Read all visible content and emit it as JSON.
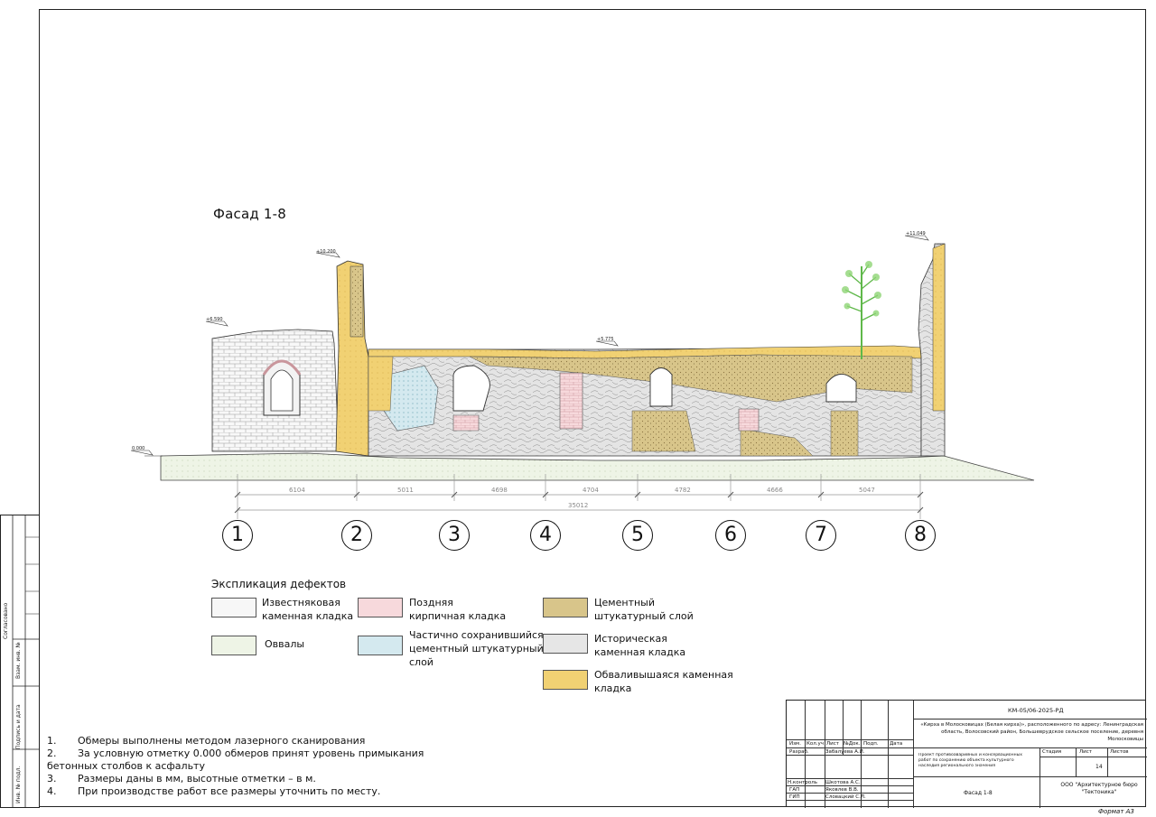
{
  "drawing": {
    "title": "Фасад 1-8",
    "elevation_marks": [
      "+10.200",
      "+6.590",
      "+5.775",
      "+11.049",
      "0.000"
    ],
    "dimensions": [
      "6104",
      "5011",
      "4698",
      "4704",
      "4782",
      "4666",
      "5047"
    ],
    "total_dimension": "35012",
    "axes": [
      "1",
      "2",
      "3",
      "4",
      "5",
      "6",
      "7",
      "8"
    ]
  },
  "legend": {
    "title": "Экспликация дефектов",
    "items": [
      {
        "text": "Известняковая\nкаменная кладка",
        "color": "#f7f7f7"
      },
      {
        "text": "Поздняя\nкирпичная кладка",
        "color": "#f7d9dc"
      },
      {
        "text": "Цементный\nштукатурный слой",
        "color": "#d8c58a"
      },
      {
        "text": "Оввалы",
        "color": "#eef4e6"
      },
      {
        "text": "Частично сохранившийся\nцементный штукатурный\nслой",
        "color": "#d4e9ef"
      },
      {
        "text": "Историческая\nкаменная кладка",
        "color": "#e6e6e6"
      },
      {
        "text": "Обваливышаяся каменная\nкладка",
        "color": "#f1d173"
      }
    ]
  },
  "notes": [
    {
      "num": "1.",
      "text": "Обмеры выполнены методом лазерного сканирования"
    },
    {
      "num": "2.",
      "text": "За условную отметку 0.000 обмеров принят уровень примыкания"
    },
    {
      "num": "",
      "text": "бетонных столбов к асфальту"
    },
    {
      "num": "3.",
      "text": "Размеры даны в мм, высотные отметки – в м."
    },
    {
      "num": "4.",
      "text": "При производстве работ все размеры уточнить по месту."
    }
  ],
  "side_stamp": [
    "Согласовано",
    "Взам. инв. №",
    "Подпись и дата",
    "Инв. № подл."
  ],
  "title_block": {
    "code": "КМ-05/06-2025-РД",
    "object": "«Кирха в Молосковицах (Белая кирха)», расположенного по адресу: Ленинградская область, Волосовский район, Большеврудское сельское поселение, деревня Молосковицы",
    "project": "Проект противоаварийных и консервационных работ по сохранению объекта культурного наследия регионального значения",
    "sheet_name": "Фасад 1-8",
    "company": "ООО \"Архитектурное бюро \"Тектоника\"",
    "stage_label": "Стадия",
    "sheet_label": "Лист",
    "sheets_label": "Листов",
    "stage_value": "",
    "sheet_value": "",
    "sheets_value": "14",
    "header_cols": [
      "Изм.",
      "Кол.уч",
      "Лист",
      "№Док.",
      "Подп.",
      "Дата"
    ],
    "people": [
      {
        "role": "Разраб.",
        "name": "Забалуева А.И."
      },
      {
        "role": "Н.контроль",
        "name": "Шкотова А.С."
      },
      {
        "role": "ГАП",
        "name": "Яковлев В.В."
      },
      {
        "role": "ГИП",
        "name": "Словацкий С.Л."
      }
    ]
  },
  "format": "Формат А3"
}
